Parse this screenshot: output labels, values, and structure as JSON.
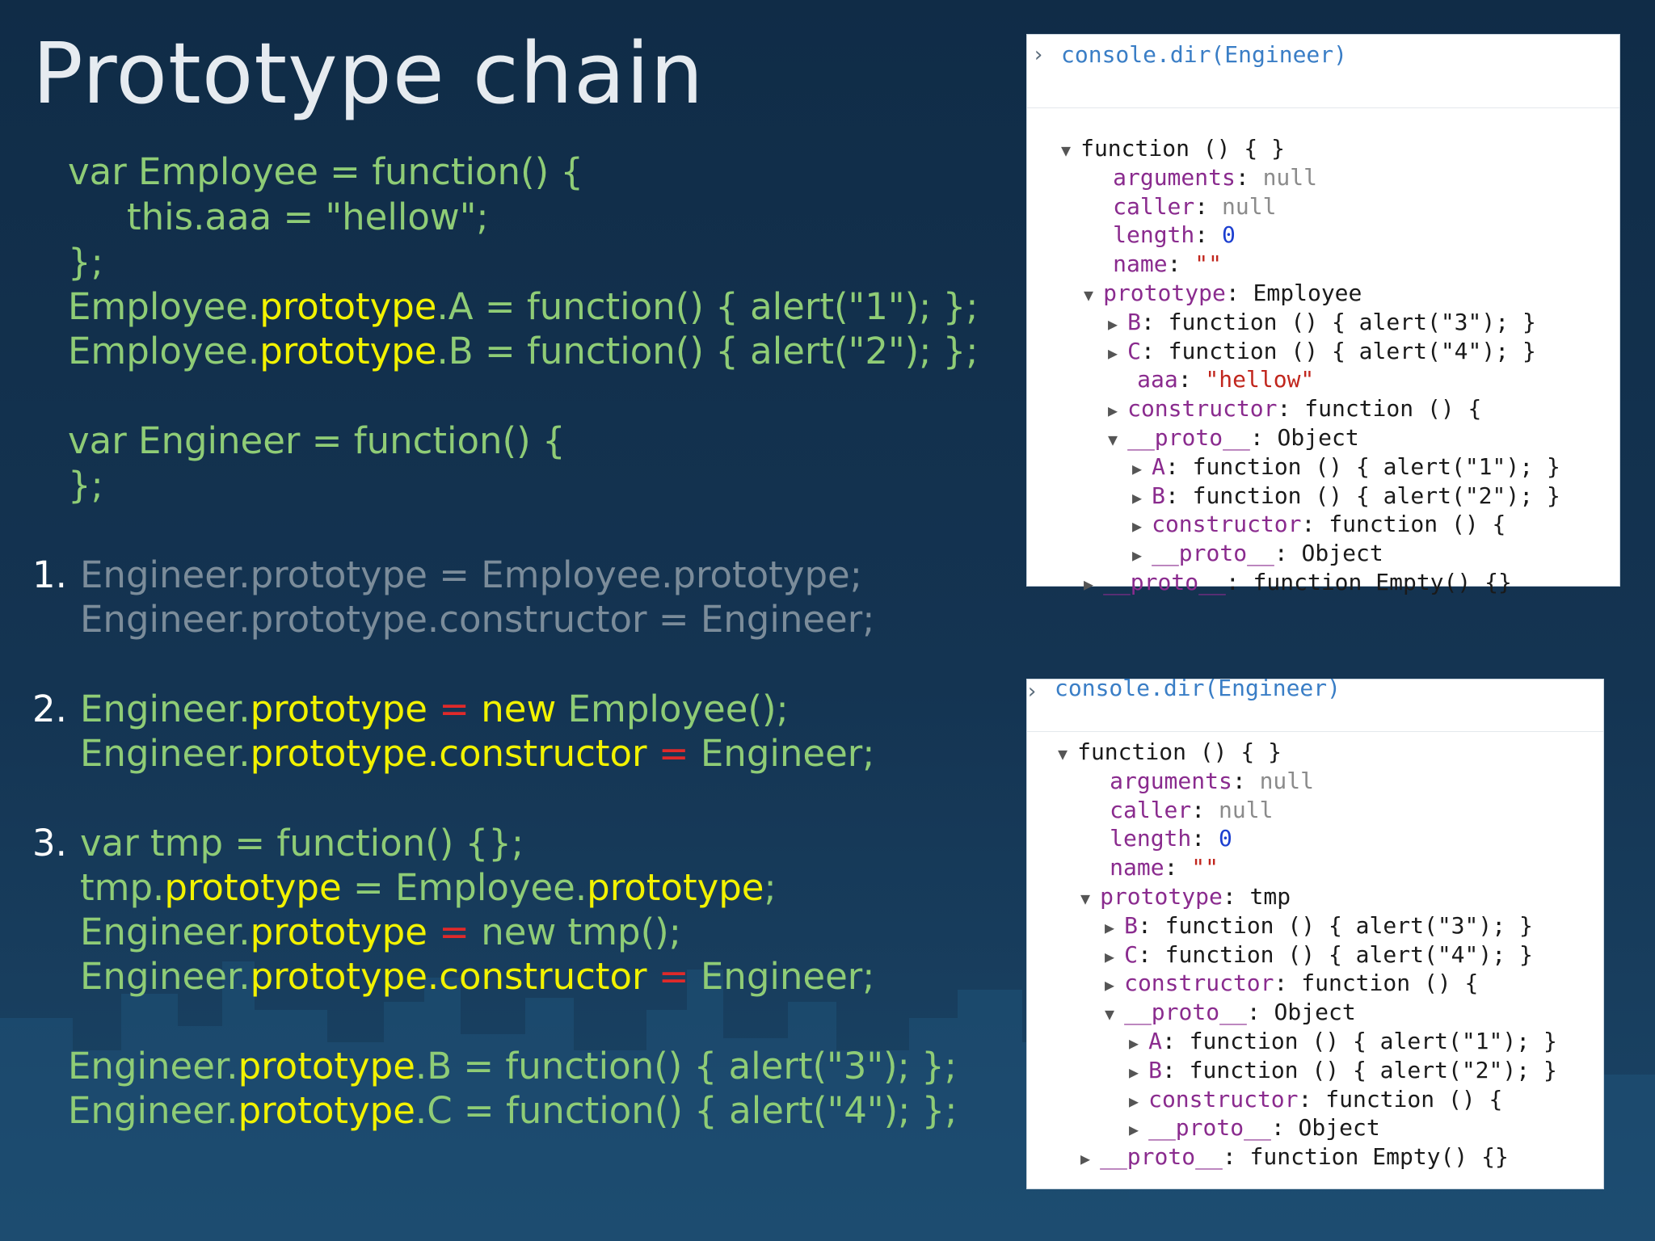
{
  "slide": {
    "title": "Prototype chain",
    "code_top": [
      "var Employee = function() {",
      "this.aaa = \"hellow\";",
      "};",
      {
        "a": "Employee.",
        "b": "prototype",
        "c": ".A = function() { alert(\"1\"); };"
      },
      {
        "a": "Employee.",
        "b": "prototype",
        "c": ".B = function() { alert(\"2\"); };"
      },
      "var Engineer = function() {",
      "};"
    ],
    "option1": {
      "num": "1.",
      "l1": "Engineer.prototype = Employee.prototype;",
      "l2": "Engineer.prototype.constructor = Engineer;"
    },
    "option2": {
      "num": "2.",
      "l1": {
        "a": "Engineer.",
        "b": "prototype",
        "c": " = ",
        "d": "new",
        "e": " Employee();"
      },
      "l2": {
        "a": "Engineer.",
        "b": "prototype.constructor",
        "c": " = ",
        "d": "Engineer;"
      }
    },
    "option3": {
      "num": "3.",
      "l1": "var tmp = function() {};",
      "l2": {
        "a": "tmp.",
        "b": "prototype",
        "c": " = Employee.",
        "d": "prototype",
        "e": ";"
      },
      "l3": {
        "a": "Engineer.",
        "b": "prototype",
        "c": " = ",
        "d": "new tmp();"
      },
      "l4": {
        "a": "Engineer.",
        "b": "prototype.constructor",
        "c": " = ",
        "d": "Engineer;"
      }
    },
    "code_bottom": [
      {
        "a": "Engineer.",
        "b": "prototype",
        "c": ".B = function() { alert(\"3\"); };"
      },
      {
        "a": "Engineer.",
        "b": "prototype",
        "c": ".C = function() { alert(\"4\"); };"
      }
    ]
  },
  "console1": {
    "prompt": "›",
    "command": "console.dir(Engineer)",
    "rows": [
      {
        "t": "▼",
        "k": "function () { }",
        "v": ""
      },
      {
        "t": "",
        "k": "arguments",
        "v": "null"
      },
      {
        "t": "",
        "k": "caller",
        "v": "null"
      },
      {
        "t": "",
        "k": "length",
        "v": "0"
      },
      {
        "t": "",
        "k": "name",
        "v": "\"\""
      },
      {
        "t": "▼",
        "k": "prototype",
        "v": "Employee"
      },
      {
        "t": "▶",
        "k": "B",
        "v": "function () { alert(\"3\"); }"
      },
      {
        "t": "▶",
        "k": "C",
        "v": "function () { alert(\"4\"); }"
      },
      {
        "t": "",
        "k": "aaa",
        "v": "\"hellow\""
      },
      {
        "t": "▶",
        "k": "constructor",
        "v": "function () {"
      },
      {
        "t": "▼",
        "k": "__proto__",
        "v": "Object"
      },
      {
        "t": "▶",
        "k": "A",
        "v": "function () { alert(\"1\"); }"
      },
      {
        "t": "▶",
        "k": "B",
        "v": "function () { alert(\"2\"); }"
      },
      {
        "t": "▶",
        "k": "constructor",
        "v": "function () {"
      },
      {
        "t": "▶",
        "k": "__proto__",
        "v": "Object"
      },
      {
        "t": "▶",
        "k": "__proto__",
        "v": "function Empty() {}"
      }
    ]
  },
  "console2": {
    "prompt": "›",
    "command": "console.dir(Engineer)",
    "rows": [
      {
        "t": "▼",
        "k": "function () { }",
        "v": ""
      },
      {
        "t": "",
        "k": "arguments",
        "v": "null"
      },
      {
        "t": "",
        "k": "caller",
        "v": "null"
      },
      {
        "t": "",
        "k": "length",
        "v": "0"
      },
      {
        "t": "",
        "k": "name",
        "v": "\"\""
      },
      {
        "t": "▼",
        "k": "prototype",
        "v": "tmp"
      },
      {
        "t": "▶",
        "k": "B",
        "v": "function () { alert(\"3\"); }"
      },
      {
        "t": "▶",
        "k": "C",
        "v": "function () { alert(\"4\"); }"
      },
      {
        "t": "▶",
        "k": "constructor",
        "v": "function () {"
      },
      {
        "t": "▼",
        "k": "__proto__",
        "v": "Object"
      },
      {
        "t": "▶",
        "k": "A",
        "v": "function () { alert(\"1\"); }"
      },
      {
        "t": "▶",
        "k": "B",
        "v": "function () { alert(\"2\"); }"
      },
      {
        "t": "▶",
        "k": "constructor",
        "v": "function () {"
      },
      {
        "t": "▶",
        "k": "__proto__",
        "v": "Object"
      },
      {
        "t": "▶",
        "k": "__proto__",
        "v": "function Empty() {}"
      }
    ]
  }
}
